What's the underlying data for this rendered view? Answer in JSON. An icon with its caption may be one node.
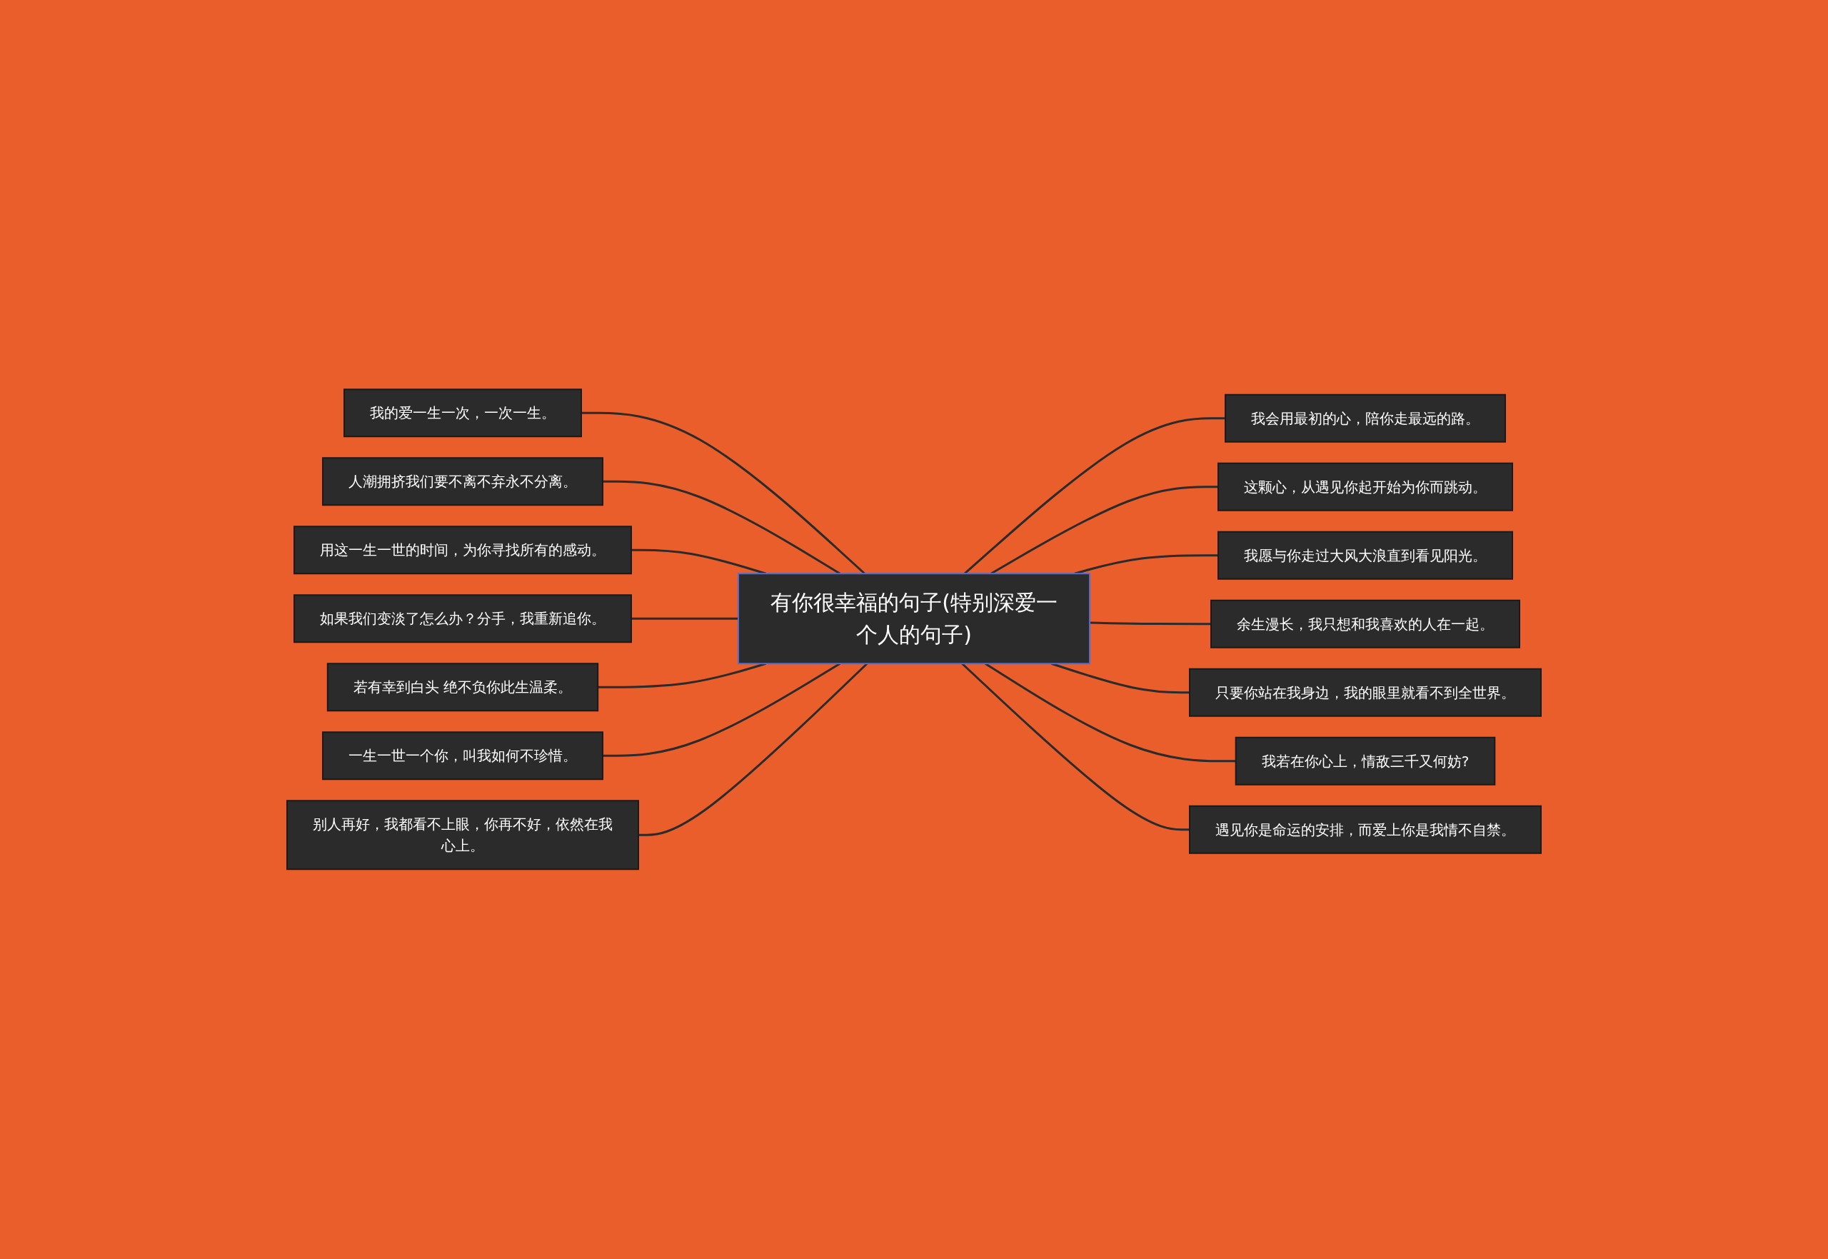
{
  "diagram": {
    "nodes": [
      {
        "text": [
          "有你很幸福的句子(特别深爱一个人的句子)"
        ]
      },
      {
        "text": [
          "我的爱一生一次，一次一生。"
        ]
      },
      {
        "text": [
          "人潮拥挤我们要不离不弃永不分离。"
        ]
      },
      {
        "text": [
          "用这一生一世的时间，为你寻找所有的感动。"
        ]
      },
      {
        "text": [
          "如果我们变淡了怎么办？分手，我重新追你。"
        ]
      },
      {
        "text": [
          "若有幸到白头 绝不负你此生温柔。"
        ]
      },
      {
        "text": [
          "一生一世一个你，叫我如何不珍惜。"
        ]
      },
      {
        "text": [
          "别人再好，我都看不上眼，你再不好，依然在我心上。"
        ]
      },
      {
        "text": [
          "我会用最初的心，陪你走最远的路。"
        ]
      },
      {
        "text": [
          "这颗心，从遇见你起开始为你而跳动。"
        ]
      },
      {
        "text": [
          "我愿与你走过大风大浪直到看见阳光。"
        ]
      },
      {
        "text": [
          "余生漫长，我只想和我喜欢的人在一起。"
        ]
      },
      {
        "text": [
          "只要你站在我身边，我的眼里就看不到全世界。"
        ]
      },
      {
        "text": [
          "我若在你心上，情敌三千又何妨?"
        ]
      },
      {
        "text": [
          "遇见你是命运的安排，而爱上你是我情不自禁。"
        ]
      }
    ],
    "edges": [
      {
        "from": 1,
        "to": 0,
        "arrow": "none"
      },
      {
        "from": 2,
        "to": 0,
        "arrow": "none"
      },
      {
        "from": 3,
        "to": 0,
        "arrow": "none"
      },
      {
        "from": 4,
        "to": 0,
        "arrow": "none"
      },
      {
        "from": 5,
        "to": 0,
        "arrow": "none"
      },
      {
        "from": 6,
        "to": 0,
        "arrow": "none"
      },
      {
        "from": 7,
        "to": 0,
        "arrow": "none"
      },
      {
        "from": 0,
        "to": 8,
        "arrow": "none"
      },
      {
        "from": 0,
        "to": 9,
        "arrow": "none"
      },
      {
        "from": 0,
        "to": 10,
        "arrow": "none"
      },
      {
        "from": 0,
        "to": 11,
        "arrow": "none"
      },
      {
        "from": 0,
        "to": 12,
        "arrow": "none"
      },
      {
        "from": 0,
        "to": 13,
        "arrow": "none"
      },
      {
        "from": 0,
        "to": 14,
        "arrow": "none"
      }
    ]
  }
}
